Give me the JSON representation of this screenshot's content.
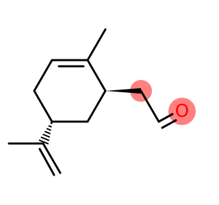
{
  "molecule": {
    "atoms": [
      {
        "id": "O",
        "element": "O",
        "label": "O"
      }
    ],
    "highlight_color": "#ff8080",
    "oxygen_color": "#ff0000",
    "bond_color": "#000000"
  }
}
